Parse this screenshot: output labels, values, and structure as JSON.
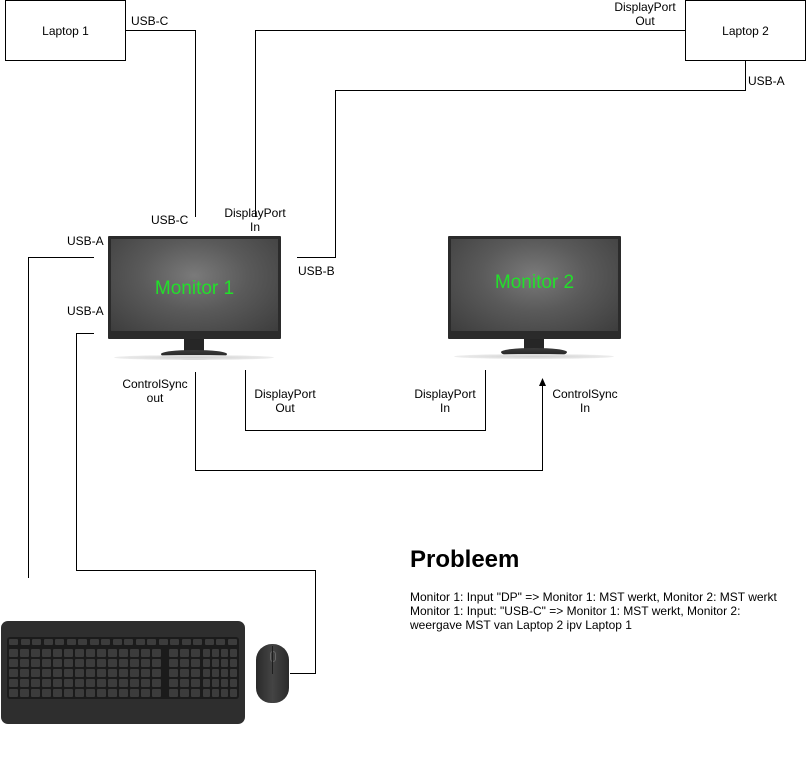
{
  "devices": {
    "laptop1": "Laptop 1",
    "laptop2": "Laptop 2",
    "monitor1": "Monitor 1",
    "monitor2": "Monitor 2",
    "keyboard": "keyboard",
    "mouse": "mouse"
  },
  "ports": {
    "laptop1_usbc": "USB-C",
    "laptop2_dp_out": [
      "DisplayPort",
      "Out"
    ],
    "laptop2_usba": "USB-A",
    "mon1_usbc": "USB-C",
    "mon1_dp_in": [
      "DisplayPort",
      "In"
    ],
    "mon1_usba_top": "USB-A",
    "mon1_usba_bottom": "USB-A",
    "mon1_usbb": "USB-B",
    "mon1_controlsync_out": [
      "ControlSync",
      "out"
    ],
    "mon1_dp_out": [
      "DisplayPort",
      "Out"
    ],
    "mon2_dp_in": [
      "DisplayPort",
      "In"
    ],
    "mon2_controlsync_in": [
      "ControlSync",
      "In"
    ]
  },
  "colors": {
    "screen_text": "#22e02a",
    "wire": "#000000"
  },
  "problem": {
    "title": "Probleem",
    "lines": [
      "Monitor 1: Input \"DP\" => Monitor 1: MST werkt, Monitor 2: MST werkt",
      "Monitor 1: Input: \"USB-C\" => Monitor 1: MST werkt, Monitor 2: weergave MST van Laptop 2 ipv Laptop 1"
    ]
  }
}
